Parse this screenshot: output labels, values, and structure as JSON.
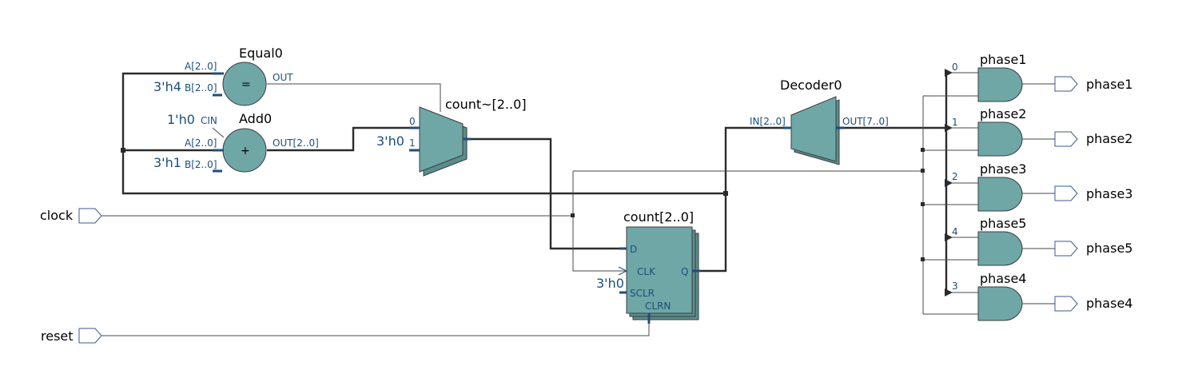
{
  "pins": {
    "inputs": [
      {
        "id": "clock",
        "label": "clock"
      },
      {
        "id": "reset",
        "label": "reset"
      }
    ],
    "outputs": [
      {
        "id": "phase1",
        "label": "phase1"
      },
      {
        "id": "phase2",
        "label": "phase2"
      },
      {
        "id": "phase3",
        "label": "phase3"
      },
      {
        "id": "phase5",
        "label": "phase5"
      },
      {
        "id": "phase4",
        "label": "phase4"
      }
    ]
  },
  "blocks": {
    "equal": {
      "name": "Equal0",
      "symbol": "=",
      "port_a": "A[2..0]",
      "port_b": "B[2..0]",
      "port_out": "OUT",
      "const_b": "3'h4"
    },
    "add": {
      "name": "Add0",
      "symbol": "+",
      "port_cin": "CIN",
      "port_a": "A[2..0]",
      "port_b": "B[2..0]",
      "port_out": "OUT[2..0]",
      "const_cin": "1'h0",
      "const_b": "3'h1"
    },
    "mux": {
      "name": "count~[2..0]",
      "port_0": "0",
      "port_1": "1",
      "const_1": "3'h0"
    },
    "register": {
      "name": "count[2..0]",
      "port_d": "D",
      "port_clk": "CLK",
      "port_sclr": "SCLR",
      "port_clrn": "CLRN",
      "port_q": "Q",
      "const_sclr": "3'h0"
    },
    "decoder": {
      "name": "Decoder0",
      "port_in": "IN[2..0]",
      "port_out": "OUT[7..0]"
    },
    "gates": [
      {
        "name": "phase1",
        "bit": "0"
      },
      {
        "name": "phase2",
        "bit": "1"
      },
      {
        "name": "phase3",
        "bit": "2"
      },
      {
        "name": "phase5",
        "bit": "4"
      },
      {
        "name": "phase4",
        "bit": "3"
      }
    ]
  },
  "colors": {
    "block_fill": "#6fa7a7",
    "block_shadow": "#5a8d8d",
    "port_text": "#1a4f7a",
    "bus": "#2b2b2b",
    "wire": "#4a4a4a"
  }
}
